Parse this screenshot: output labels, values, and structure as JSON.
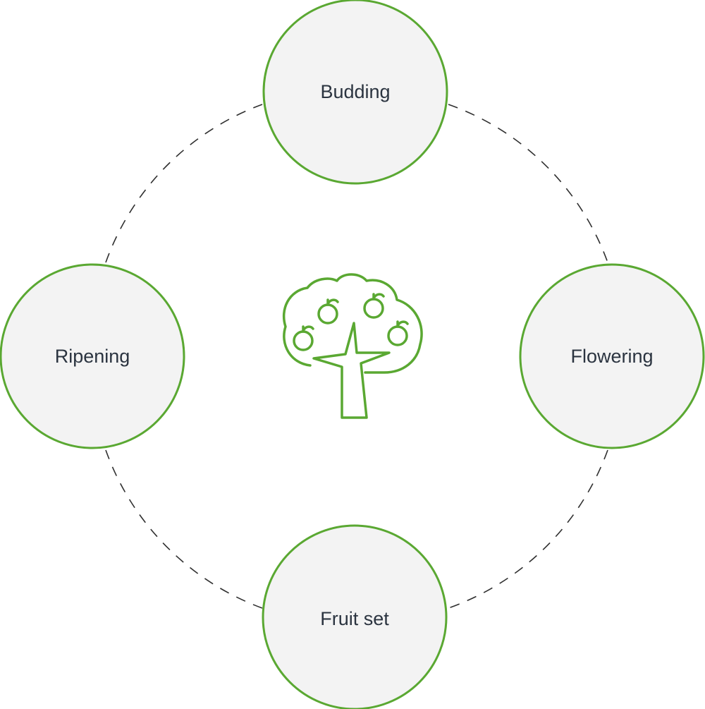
{
  "diagram": {
    "accent_color": "#5aa832",
    "center_icon": "apple-tree-icon",
    "stages": [
      {
        "label": "Budding"
      },
      {
        "label": "Flowering"
      },
      {
        "label": "Fruit set"
      },
      {
        "label": "Ripening"
      }
    ]
  }
}
